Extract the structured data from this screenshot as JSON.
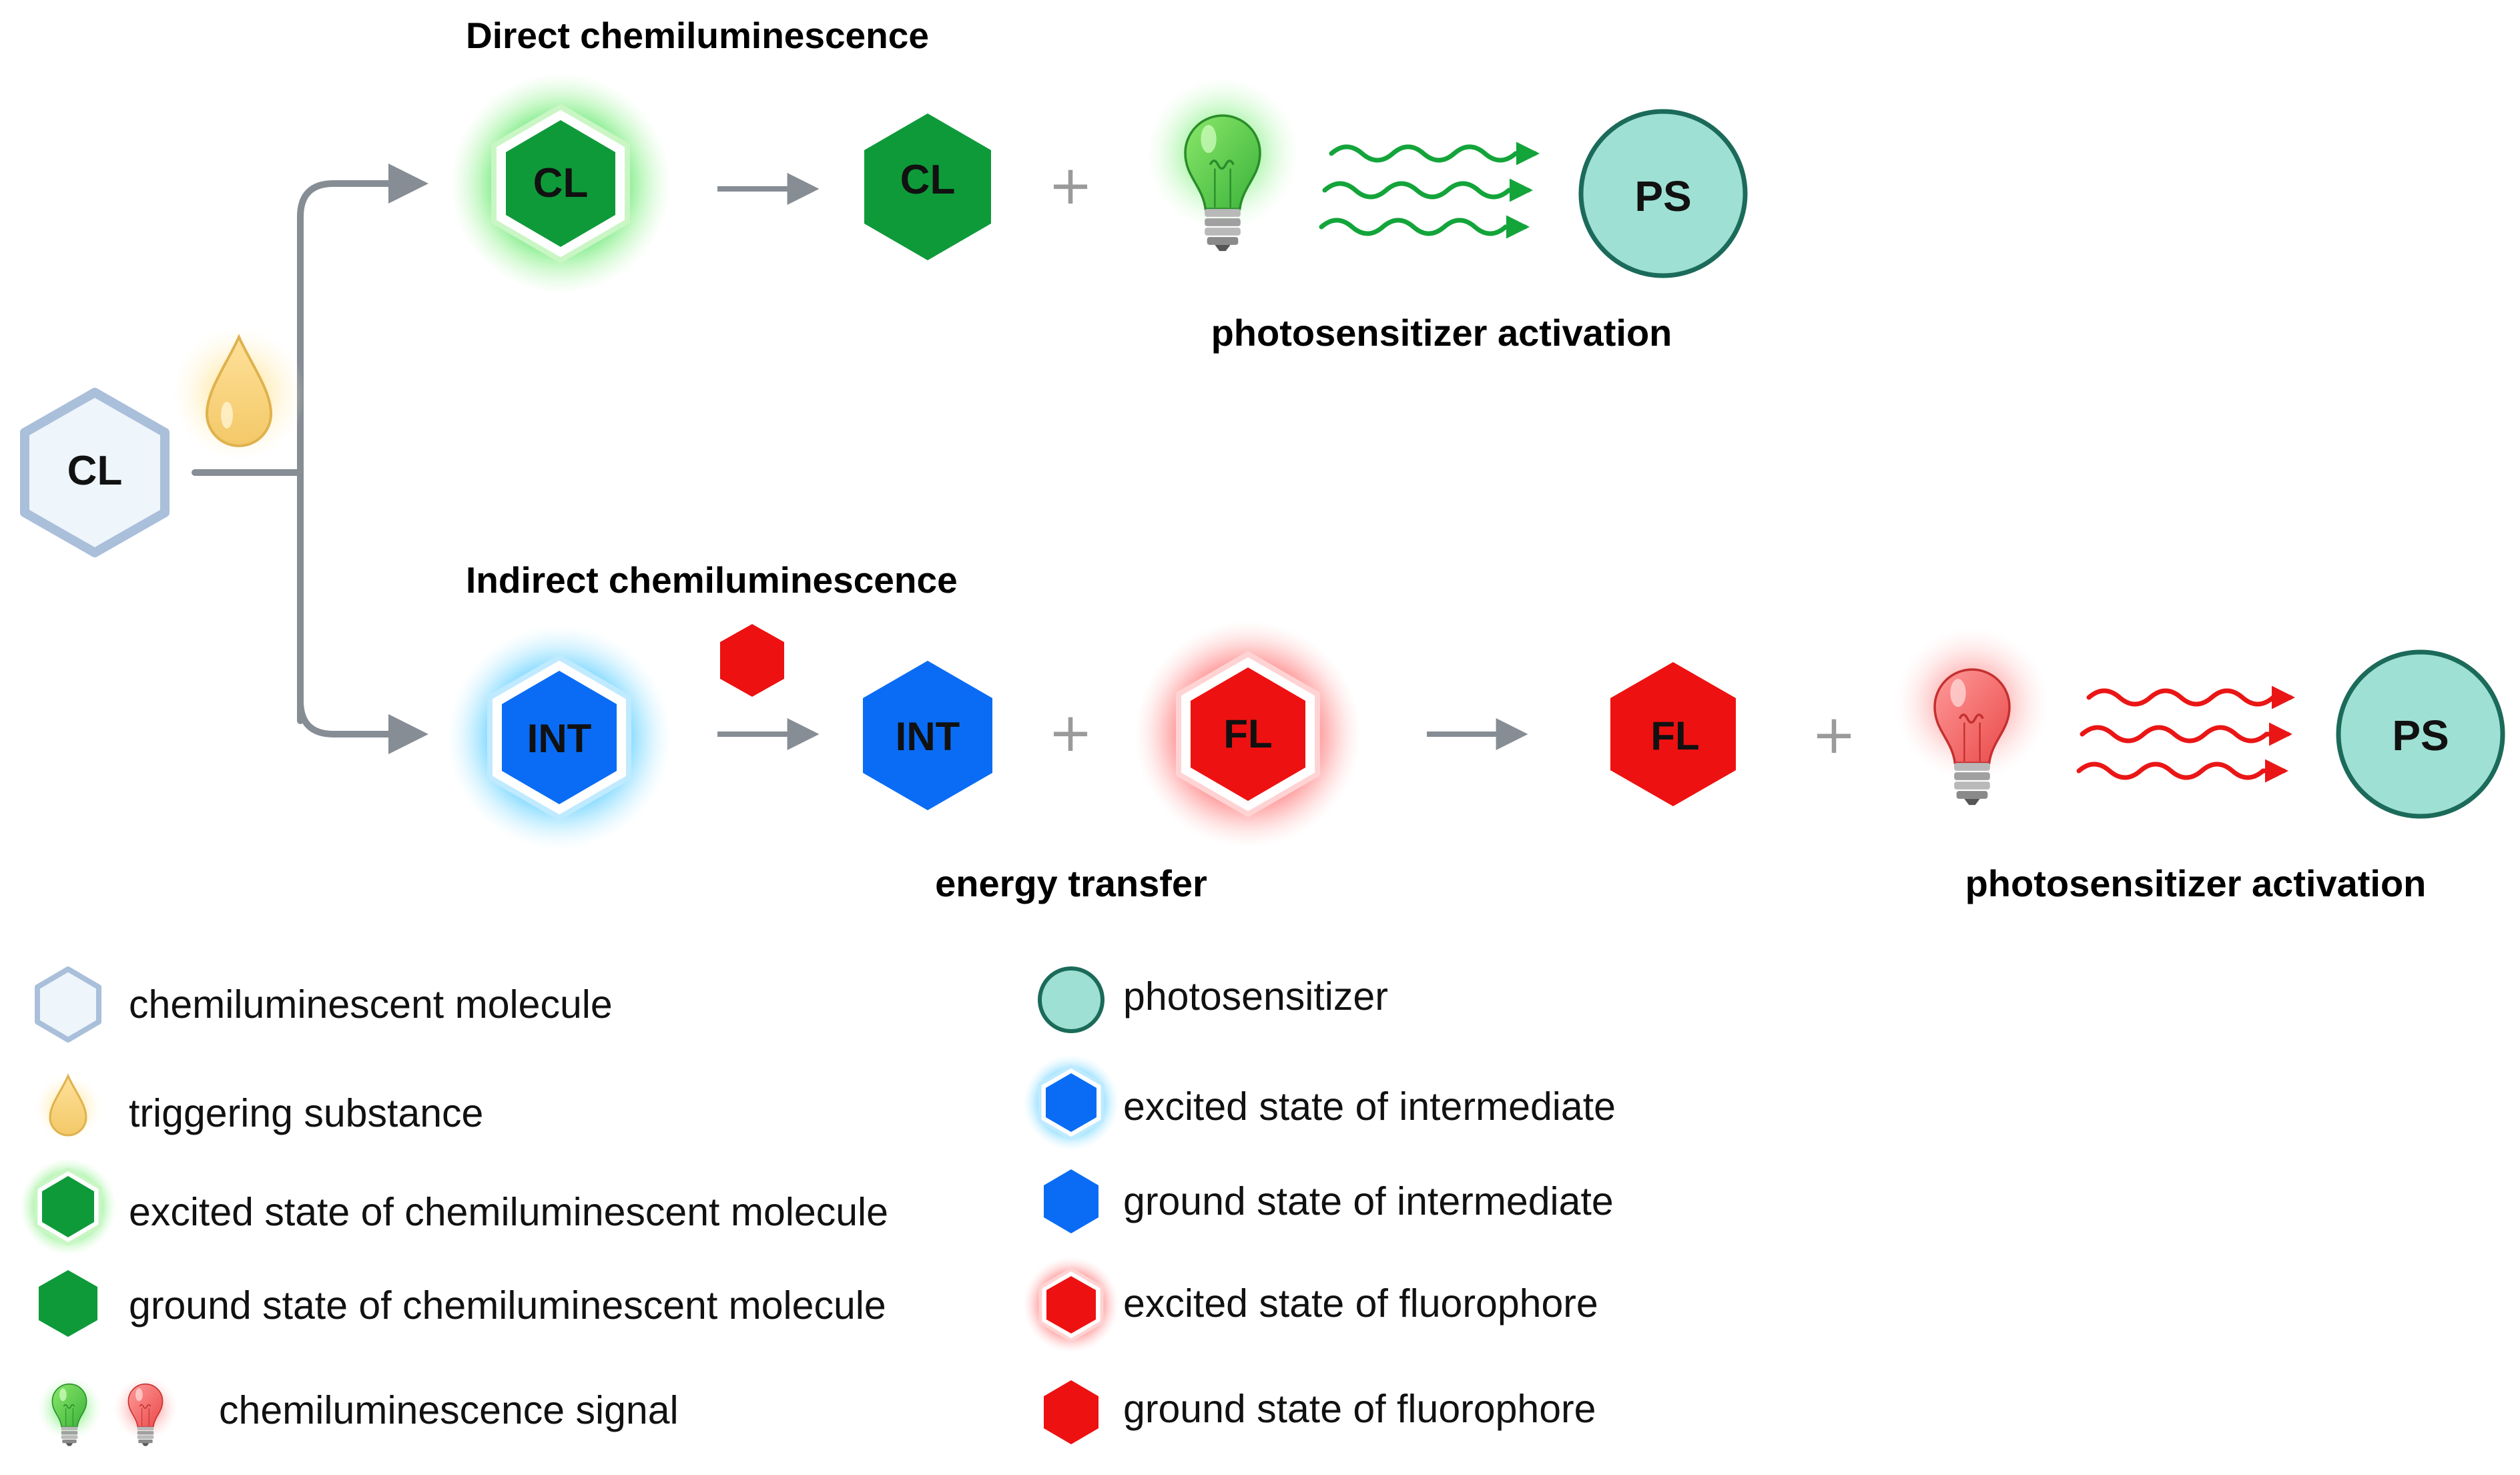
{
  "titles": {
    "direct": "Direct chemiluminescence",
    "indirect": "Indirect chemiluminescence"
  },
  "labels": {
    "cl": "CL",
    "int": "INT",
    "fl": "FL",
    "ps": "PS",
    "plus": "+"
  },
  "captions": {
    "direct_activation": "photosensitizer activation",
    "energy_transfer": "energy transfer",
    "indirect_activation": "photosensitizer activation"
  },
  "legend": {
    "left": [
      {
        "icon": "chemiluminescent-molecule-icon",
        "text": "chemiluminescent molecule"
      },
      {
        "icon": "triggering-substance-icon",
        "text": "triggering substance"
      },
      {
        "icon": "excited-cl-icon",
        "text": "excited state of chemiluminescent molecule"
      },
      {
        "icon": "ground-cl-icon",
        "text": "ground state of chemiluminescent molecule"
      },
      {
        "icon": "bulb-signal-icon",
        "text": "chemiluminescence signal"
      }
    ],
    "right": [
      {
        "icon": "photosensitizer-icon",
        "text": "photosensitizer"
      },
      {
        "icon": "excited-intermediate-icon",
        "text": "excited state of intermediate"
      },
      {
        "icon": "ground-intermediate-icon",
        "text": "ground state of intermediate"
      },
      {
        "icon": "excited-fluorophore-icon",
        "text": "excited state of fluorophore"
      },
      {
        "icon": "ground-fluorophore-icon",
        "text": "ground state of fluorophore"
      }
    ]
  },
  "colors": {
    "green": "#0f9a3a",
    "blue": "#0a6cf5",
    "red": "#ee1111",
    "teal": "#9ee0d4",
    "teal_stroke": "#1b6a5a",
    "pale_hex": "#eef5fb",
    "pale_hex_stroke": "#a9bfda",
    "arrow_gray": "#868d94"
  }
}
